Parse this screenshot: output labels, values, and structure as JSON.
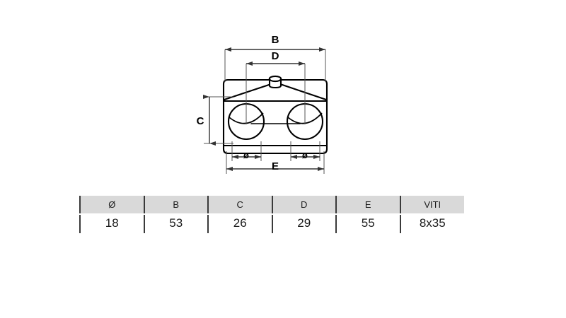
{
  "drawing": {
    "title": "pipe-clamp-double-front-view",
    "dimensions": {
      "B": {
        "label": "B",
        "kind": "horizontal-overall-top"
      },
      "D": {
        "label": "D",
        "kind": "horizontal-hole-center-distance"
      },
      "C": {
        "label": "C",
        "kind": "vertical-hole-height"
      },
      "E": {
        "label": "E",
        "kind": "horizontal-overall-bottom"
      },
      "bore_left": {
        "label": "ø",
        "kind": "hole-diameter-left"
      },
      "bore_right": {
        "label": "ø",
        "kind": "hole-diameter-right"
      }
    },
    "line_color": "#000000",
    "dim_line_color": "#333333"
  },
  "table": {
    "headers": [
      "Ø",
      "B",
      "C",
      "D",
      "E",
      "VITI"
    ],
    "rows": [
      [
        "18",
        "53",
        "26",
        "29",
        "55",
        "8x35"
      ]
    ],
    "header_bg": "#d9d9d9",
    "rule_color": "#3a3a3a"
  }
}
